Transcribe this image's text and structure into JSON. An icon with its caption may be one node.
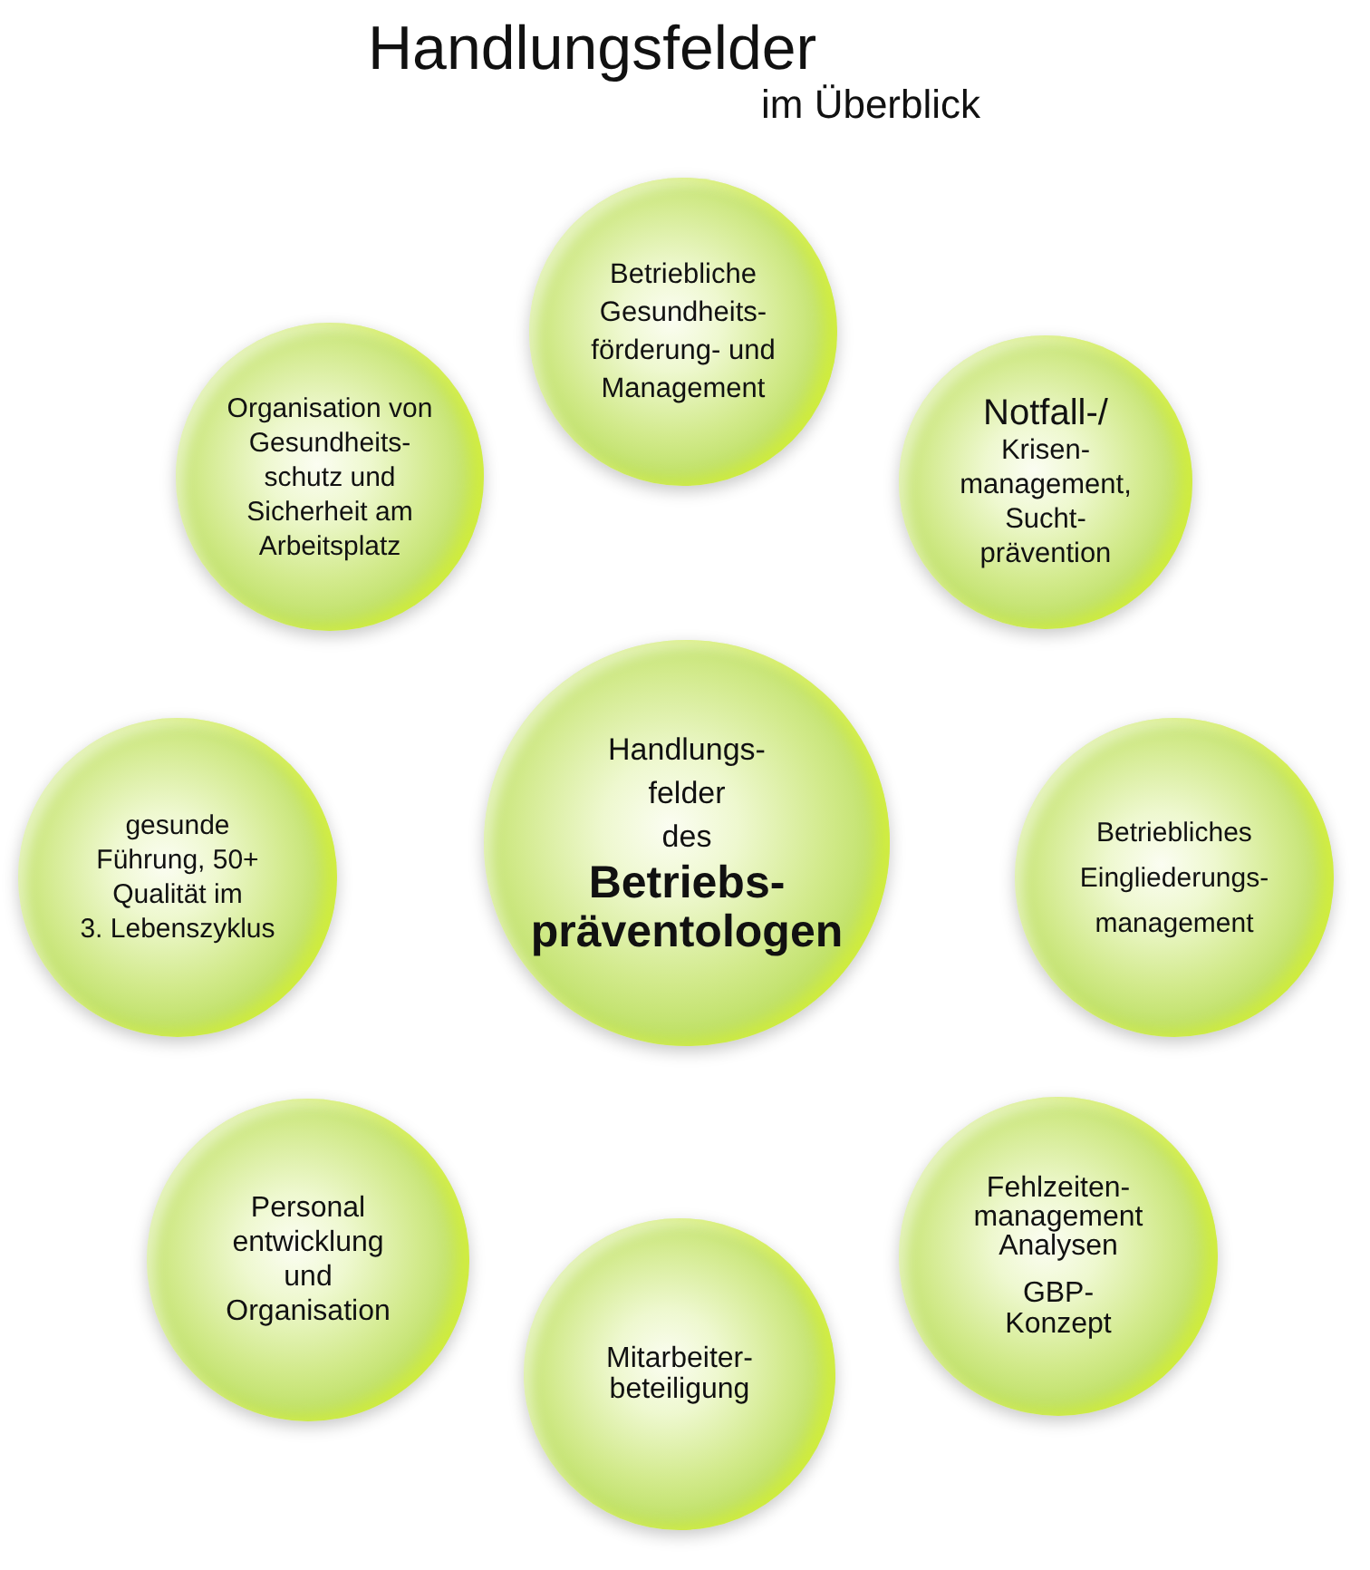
{
  "diagram": {
    "title": "Handlungsfelder",
    "nodes": [
      {
        "text": [
          "Betriebliche Gesundheits- förderung- und Management"
        ]
      },
      {
        "text": [
          "Organisation von Gesundheits- schutz und Sicherheit am Arbeitsplatz"
        ]
      },
      {
        "text": [
          "Notfall-/",
          "Krisen- management, Sucht- prävention"
        ]
      },
      {
        "text": [
          "gesunde Führung, 50+ Qualität im 3. Lebenszyklus"
        ]
      },
      {
        "text": [
          "Handlungs- felder des",
          "Betriebs- präventologen"
        ]
      },
      {
        "text": [
          "Betriebliches Eingliederungs- management"
        ]
      },
      {
        "text": [
          "Personal entwicklung und Organisation"
        ]
      },
      {
        "text": [
          "Fehlzeiten- management Analysen",
          "GBP- Konzept"
        ]
      },
      {
        "text": [
          "Mitarbeiter- beteiligung"
        ]
      }
    ],
    "labels": [
      "im Überblick"
    ]
  }
}
